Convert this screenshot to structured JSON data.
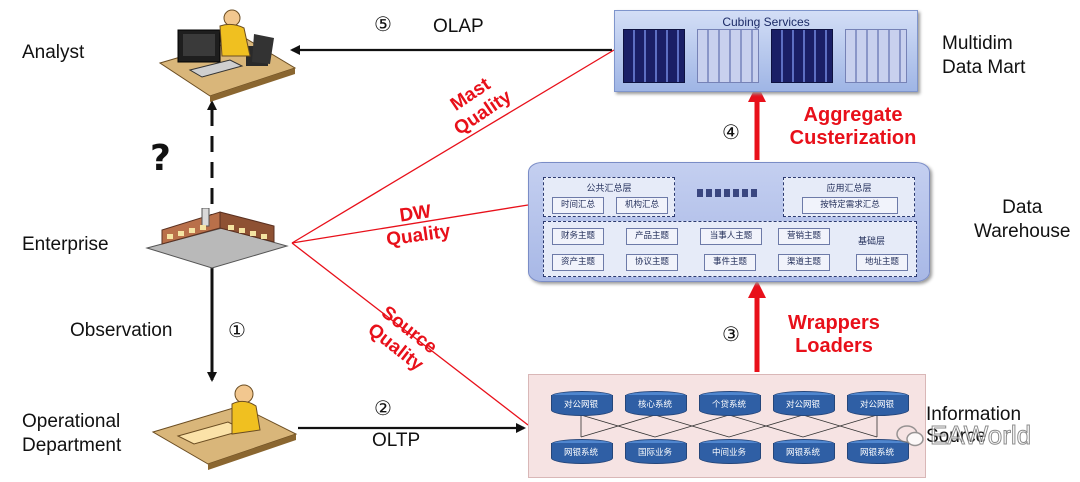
{
  "nodes": {
    "analyst": "Analyst",
    "enterprise": "Enterprise",
    "operational": "Operational\nDepartment",
    "multidim_line1": "Multidim",
    "multidim_line2": "Data Mart",
    "dw_line1": "Data",
    "dw_line2": "Warehouse",
    "info_line1": "Information",
    "info_line2": "Source"
  },
  "edges": {
    "olap": "OLAP",
    "oltp": "OLTP",
    "observation": "Observation",
    "question": "?",
    "step1": "①",
    "step2": "②",
    "step3": "③",
    "step4": "④",
    "step5": "⑤",
    "aggregate_line1": "Aggregate",
    "aggregate_line2": "Custerization",
    "wrappers_line1": "Wrappers",
    "wrappers_line2": "Loaders"
  },
  "quality": {
    "mast_line1": "Mast",
    "mast_line2": "Quality",
    "dw_line1": "DW",
    "dw_line2": "Quality",
    "source_line1": "Source",
    "source_line2": "Quality"
  },
  "cube_panel": {
    "title": "Cubing Services"
  },
  "dw_panel": {
    "public_layer": "公共汇总层",
    "app_layer": "应用汇总层",
    "time_summary": "时间汇总",
    "org_summary": "机构汇总",
    "demand_summary": "按特定需求汇总",
    "base_layer": "基础层",
    "row1": [
      "财务主题",
      "产品主题",
      "当事人主题",
      "营销主题"
    ],
    "row2": [
      "资产主题",
      "协议主题",
      "事件主题",
      "渠道主题",
      "地址主题"
    ]
  },
  "source_panel": {
    "top": [
      "对公网银",
      "核心系统",
      "个贷系统",
      "对公网银",
      "对公网银"
    ],
    "bottom": [
      "网银系统",
      "国际业务",
      "中间业务",
      "网银系统",
      "网银系统"
    ]
  },
  "watermark": {
    "text": "EAWorld"
  },
  "colors": {
    "red": "#e8101a",
    "panel_blue": "#b8c6ea",
    "source_bg": "#f6e3e3"
  }
}
